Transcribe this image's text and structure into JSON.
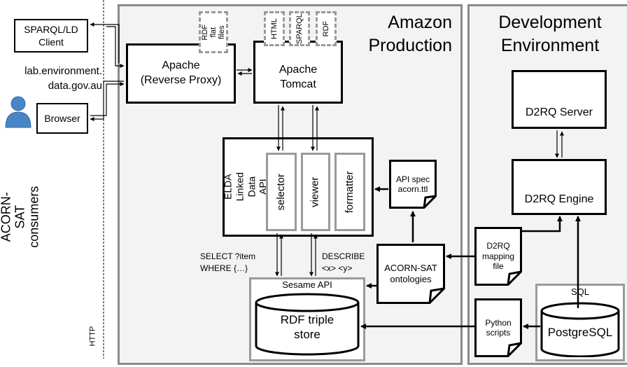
{
  "title_fragment": "",
  "consumers": {
    "vertical_label": "ACORN-SAT consumers",
    "http_label": "HTTP",
    "sparql_client": "SPARQL/LD\nClient",
    "browser": "Browser",
    "domain": "lab.environment.\ndata.gov.au"
  },
  "amazon": {
    "title": "Amazon\nProduction",
    "apache": "Apache\n(Reverse Proxy)",
    "tomcat": "Apache\nTomcat",
    "rdf_flat_files": "RDF flat\nfiles",
    "html": "HTML",
    "sparql": "SPARQL",
    "rdf": "RDF",
    "elda": "ELDA Linked\nData API",
    "selector": "selector",
    "viewer": "viewer",
    "formatter": "formatter",
    "api_spec": "API spec\nacorn.ttl",
    "select_query": "SELECT ?item\nWHERE {…}",
    "describe_query": "DESCRIBE\n<x> <y>",
    "sesame_api": "Sesame API",
    "triple_store": "RDF  triple\nstore",
    "ontologies": "ACORN-SAT\nontologies"
  },
  "development": {
    "title": "Development\nEnvironment",
    "d2rq_server": "D2RQ Server",
    "d2rq_engine": "D2RQ Engine",
    "mapping_file": "D2RQ\nmapping\nfile",
    "python_scripts": "Python\nscripts",
    "sql": "SQL",
    "postgresql": "PostgreSQL"
  },
  "colors": {
    "panel_border": "#8a8a8a",
    "panel_fill": "#f3f3f3",
    "user_icon": "#4a86c5"
  }
}
